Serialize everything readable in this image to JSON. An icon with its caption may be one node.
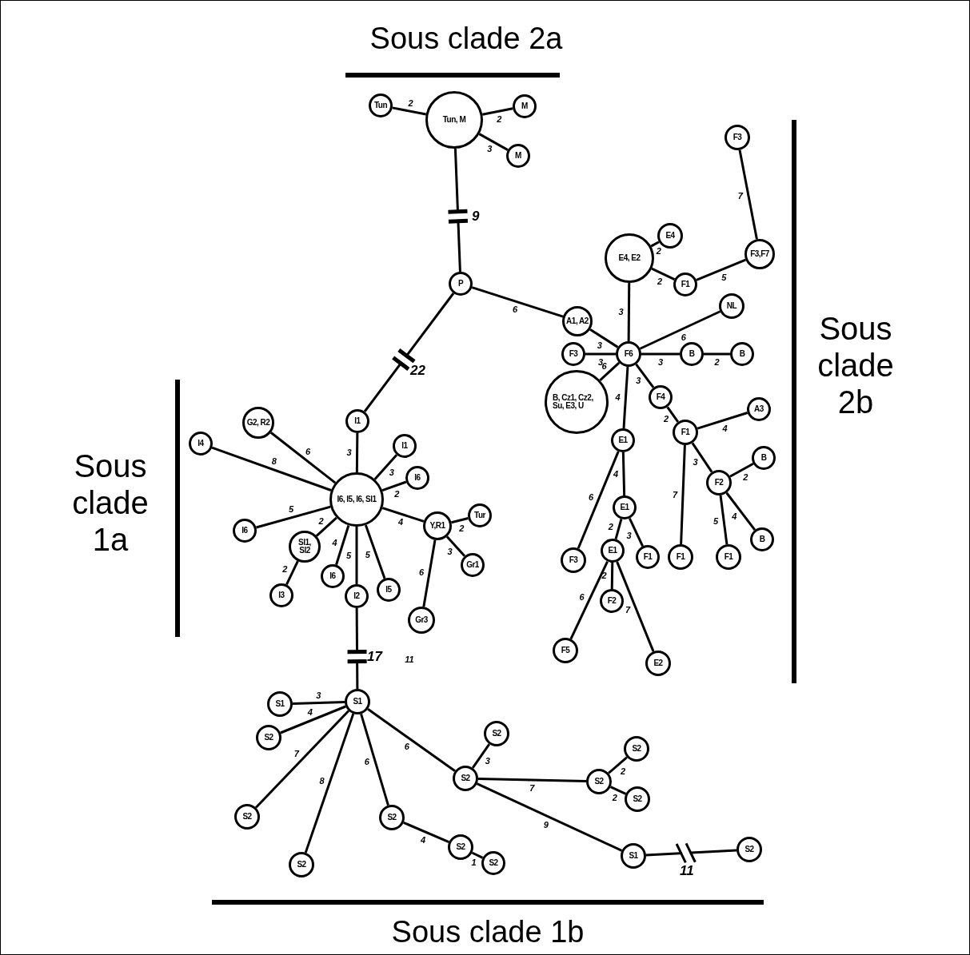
{
  "diagram": {
    "nodes": [
      {
        "text": [
          "Tun"
        ]
      },
      {
        "text": [
          "Tun, M"
        ]
      },
      {
        "text": [
          "M"
        ]
      },
      {
        "text": [
          "M"
        ]
      },
      {
        "text": [
          "F3"
        ]
      },
      {
        "text": [
          "E4"
        ]
      },
      {
        "text": [
          "E4, E2"
        ]
      },
      {
        "text": [
          "F3,F7"
        ]
      },
      {
        "text": [
          "F1"
        ]
      },
      {
        "text": [
          "P"
        ]
      },
      {
        "text": [
          "NL"
        ]
      },
      {
        "text": [
          "A1, A2"
        ]
      },
      {
        "text": [
          "F3"
        ]
      },
      {
        "text": [
          "F6"
        ]
      },
      {
        "text": [
          "B"
        ]
      },
      {
        "text": [
          "B"
        ]
      },
      {
        "text": [
          "B, Cz1, Cz2, Su, E3, U"
        ]
      },
      {
        "text": [
          "F4"
        ]
      },
      {
        "text": [
          "I1"
        ]
      },
      {
        "text": [
          "G2, R2"
        ]
      },
      {
        "text": [
          "I4"
        ]
      },
      {
        "text": [
          "I1"
        ]
      },
      {
        "text": [
          "A3"
        ]
      },
      {
        "text": [
          "I6"
        ]
      },
      {
        "text": [
          "F1"
        ]
      },
      {
        "text": [
          "I6, I5, I6, Sl1"
        ]
      },
      {
        "text": [
          "Y,R1"
        ]
      },
      {
        "text": [
          "Tur"
        ]
      },
      {
        "text": [
          "E1"
        ]
      },
      {
        "text": [
          "B"
        ]
      },
      {
        "text": [
          "I6"
        ]
      },
      {
        "text": [
          "F2"
        ]
      },
      {
        "text": [
          "Sl1, Sl2"
        ]
      },
      {
        "text": [
          "Gr1"
        ]
      },
      {
        "text": [
          "I6"
        ]
      },
      {
        "text": [
          "I2"
        ]
      },
      {
        "text": [
          "I5"
        ]
      },
      {
        "text": [
          "E1"
        ]
      },
      {
        "text": [
          "F3"
        ]
      },
      {
        "text": [
          "F1"
        ]
      },
      {
        "text": [
          "F1"
        ]
      },
      {
        "text": [
          "F1"
        ]
      },
      {
        "text": [
          "B"
        ]
      },
      {
        "text": [
          "I3"
        ]
      },
      {
        "text": [
          "E1"
        ]
      },
      {
        "text": [
          "F2"
        ]
      },
      {
        "text": [
          "Gr3"
        ]
      },
      {
        "text": [
          "F5"
        ]
      },
      {
        "text": [
          "E2"
        ]
      },
      {
        "text": [
          "S1"
        ]
      },
      {
        "text": [
          "S1"
        ]
      },
      {
        "text": [
          "S2"
        ]
      },
      {
        "text": [
          "S2"
        ]
      },
      {
        "text": [
          "S2"
        ]
      },
      {
        "text": [
          "S2"
        ]
      },
      {
        "text": [
          "S2"
        ]
      },
      {
        "text": [
          "S2"
        ]
      },
      {
        "text": [
          "S2"
        ]
      },
      {
        "text": [
          "S2"
        ]
      },
      {
        "text": [
          "S2"
        ]
      },
      {
        "text": [
          "S2"
        ]
      },
      {
        "text": [
          "S2"
        ]
      },
      {
        "text": [
          "S1"
        ]
      },
      {
        "text": [
          "S2"
        ]
      }
    ],
    "edges": [
      {
        "from": 1,
        "to": 0,
        "arrow": "none",
        "label": "2"
      },
      {
        "from": 1,
        "to": 2,
        "arrow": "none",
        "label": "2"
      },
      {
        "from": 1,
        "to": 3,
        "arrow": "none",
        "label": "3"
      },
      {
        "from": 1,
        "to": 9,
        "arrow": "none",
        "label": "9"
      },
      {
        "from": 9,
        "to": 11,
        "arrow": "none",
        "label": "6"
      },
      {
        "from": 9,
        "to": 18,
        "arrow": "none",
        "label": "22"
      },
      {
        "from": 4,
        "to": 7,
        "arrow": "none",
        "label": "7"
      },
      {
        "from": 6,
        "to": 5,
        "arrow": "none",
        "label": "2"
      },
      {
        "from": 6,
        "to": 8,
        "arrow": "none",
        "label": "2"
      },
      {
        "from": 8,
        "to": 7,
        "arrow": "none",
        "label": "5"
      },
      {
        "from": 6,
        "to": 13,
        "arrow": "none",
        "label": "3"
      },
      {
        "from": 11,
        "to": 13,
        "arrow": "none",
        "label": "3"
      },
      {
        "from": 12,
        "to": 13,
        "arrow": "none",
        "label": "3"
      },
      {
        "from": 13,
        "to": 10,
        "arrow": "none",
        "label": "6"
      },
      {
        "from": 13,
        "to": 14,
        "arrow": "none",
        "label": "3"
      },
      {
        "from": 14,
        "to": 15,
        "arrow": "none",
        "label": "2"
      },
      {
        "from": 13,
        "to": 16,
        "arrow": "none",
        "label": "6"
      },
      {
        "from": 13,
        "to": 17,
        "arrow": "none",
        "label": "3"
      },
      {
        "from": 13,
        "to": 28,
        "arrow": "none",
        "label": "4"
      },
      {
        "from": 17,
        "to": 24,
        "arrow": "none",
        "label": "2"
      },
      {
        "from": 24,
        "to": 22,
        "arrow": "none",
        "label": "4"
      },
      {
        "from": 24,
        "to": 31,
        "arrow": "none",
        "label": "3"
      },
      {
        "from": 24,
        "to": 40,
        "arrow": "none",
        "label": "7"
      },
      {
        "from": 31,
        "to": 29,
        "arrow": "none",
        "label": "2"
      },
      {
        "from": 31,
        "to": 41,
        "arrow": "none",
        "label": "5"
      },
      {
        "from": 31,
        "to": 42,
        "arrow": "none",
        "label": "4"
      },
      {
        "from": 28,
        "to": 38,
        "arrow": "none",
        "label": "6"
      },
      {
        "from": 28,
        "to": 37,
        "arrow": "none",
        "label": "4"
      },
      {
        "from": 37,
        "to": 44,
        "arrow": "none",
        "label": "2"
      },
      {
        "from": 37,
        "to": 39,
        "arrow": "none",
        "label": "3"
      },
      {
        "from": 44,
        "to": 45,
        "arrow": "none",
        "label": "2"
      },
      {
        "from": 44,
        "to": 47,
        "arrow": "none",
        "label": "6"
      },
      {
        "from": 44,
        "to": 48,
        "arrow": "none",
        "label": "7"
      },
      {
        "from": 18,
        "to": 25,
        "arrow": "none",
        "label": "3"
      },
      {
        "from": 25,
        "to": 19,
        "arrow": "none",
        "label": "6"
      },
      {
        "from": 25,
        "to": 20,
        "arrow": "none",
        "label": "8"
      },
      {
        "from": 25,
        "to": 21,
        "arrow": "none",
        "label": "3"
      },
      {
        "from": 25,
        "to": 23,
        "arrow": "none",
        "label": "2"
      },
      {
        "from": 25,
        "to": 26,
        "arrow": "none",
        "label": "4"
      },
      {
        "from": 26,
        "to": 27,
        "arrow": "none",
        "label": "2"
      },
      {
        "from": 26,
        "to": 33,
        "arrow": "none",
        "label": "3"
      },
      {
        "from": 26,
        "to": 46,
        "arrow": "none",
        "label": "6"
      },
      {
        "from": 25,
        "to": 30,
        "arrow": "none",
        "label": "5"
      },
      {
        "from": 25,
        "to": 32,
        "arrow": "none",
        "label": "2"
      },
      {
        "from": 32,
        "to": 43,
        "arrow": "none",
        "label": "2"
      },
      {
        "from": 25,
        "to": 34,
        "arrow": "none",
        "label": "4"
      },
      {
        "from": 25,
        "to": 35,
        "arrow": "none",
        "label": "5"
      },
      {
        "from": 25,
        "to": 36,
        "arrow": "none",
        "label": "5"
      },
      {
        "from": 35,
        "to": 49,
        "arrow": "none",
        "label": "17"
      },
      {
        "from": 49,
        "to": 50,
        "arrow": "none",
        "label": "3"
      },
      {
        "from": 49,
        "to": 51,
        "arrow": "none",
        "label": "4"
      },
      {
        "from": 49,
        "to": 57,
        "arrow": "none",
        "label": "7"
      },
      {
        "from": 49,
        "to": 60,
        "arrow": "none",
        "label": "8"
      },
      {
        "from": 49,
        "to": 58,
        "arrow": "none",
        "label": "6"
      },
      {
        "from": 49,
        "to": 54,
        "arrow": "none",
        "label": "6"
      },
      {
        "from": 58,
        "to": 59,
        "arrow": "none",
        "label": "4"
      },
      {
        "from": 59,
        "to": 61,
        "arrow": "none",
        "label": "1"
      },
      {
        "from": 54,
        "to": 52,
        "arrow": "none",
        "label": "3"
      },
      {
        "from": 54,
        "to": 55,
        "arrow": "none",
        "label": "7"
      },
      {
        "from": 55,
        "to": 53,
        "arrow": "none",
        "label": "2"
      },
      {
        "from": 55,
        "to": 56,
        "arrow": "none",
        "label": "2"
      },
      {
        "from": 54,
        "to": 62,
        "arrow": "none",
        "label": "9"
      },
      {
        "from": 62,
        "to": 63,
        "arrow": "none",
        "label": "11"
      }
    ],
    "labels": [
      "Sous clade 2a",
      "Sous clade 2b",
      "Sous clade 1a",
      "11",
      "Sous clade 1b"
    ]
  }
}
